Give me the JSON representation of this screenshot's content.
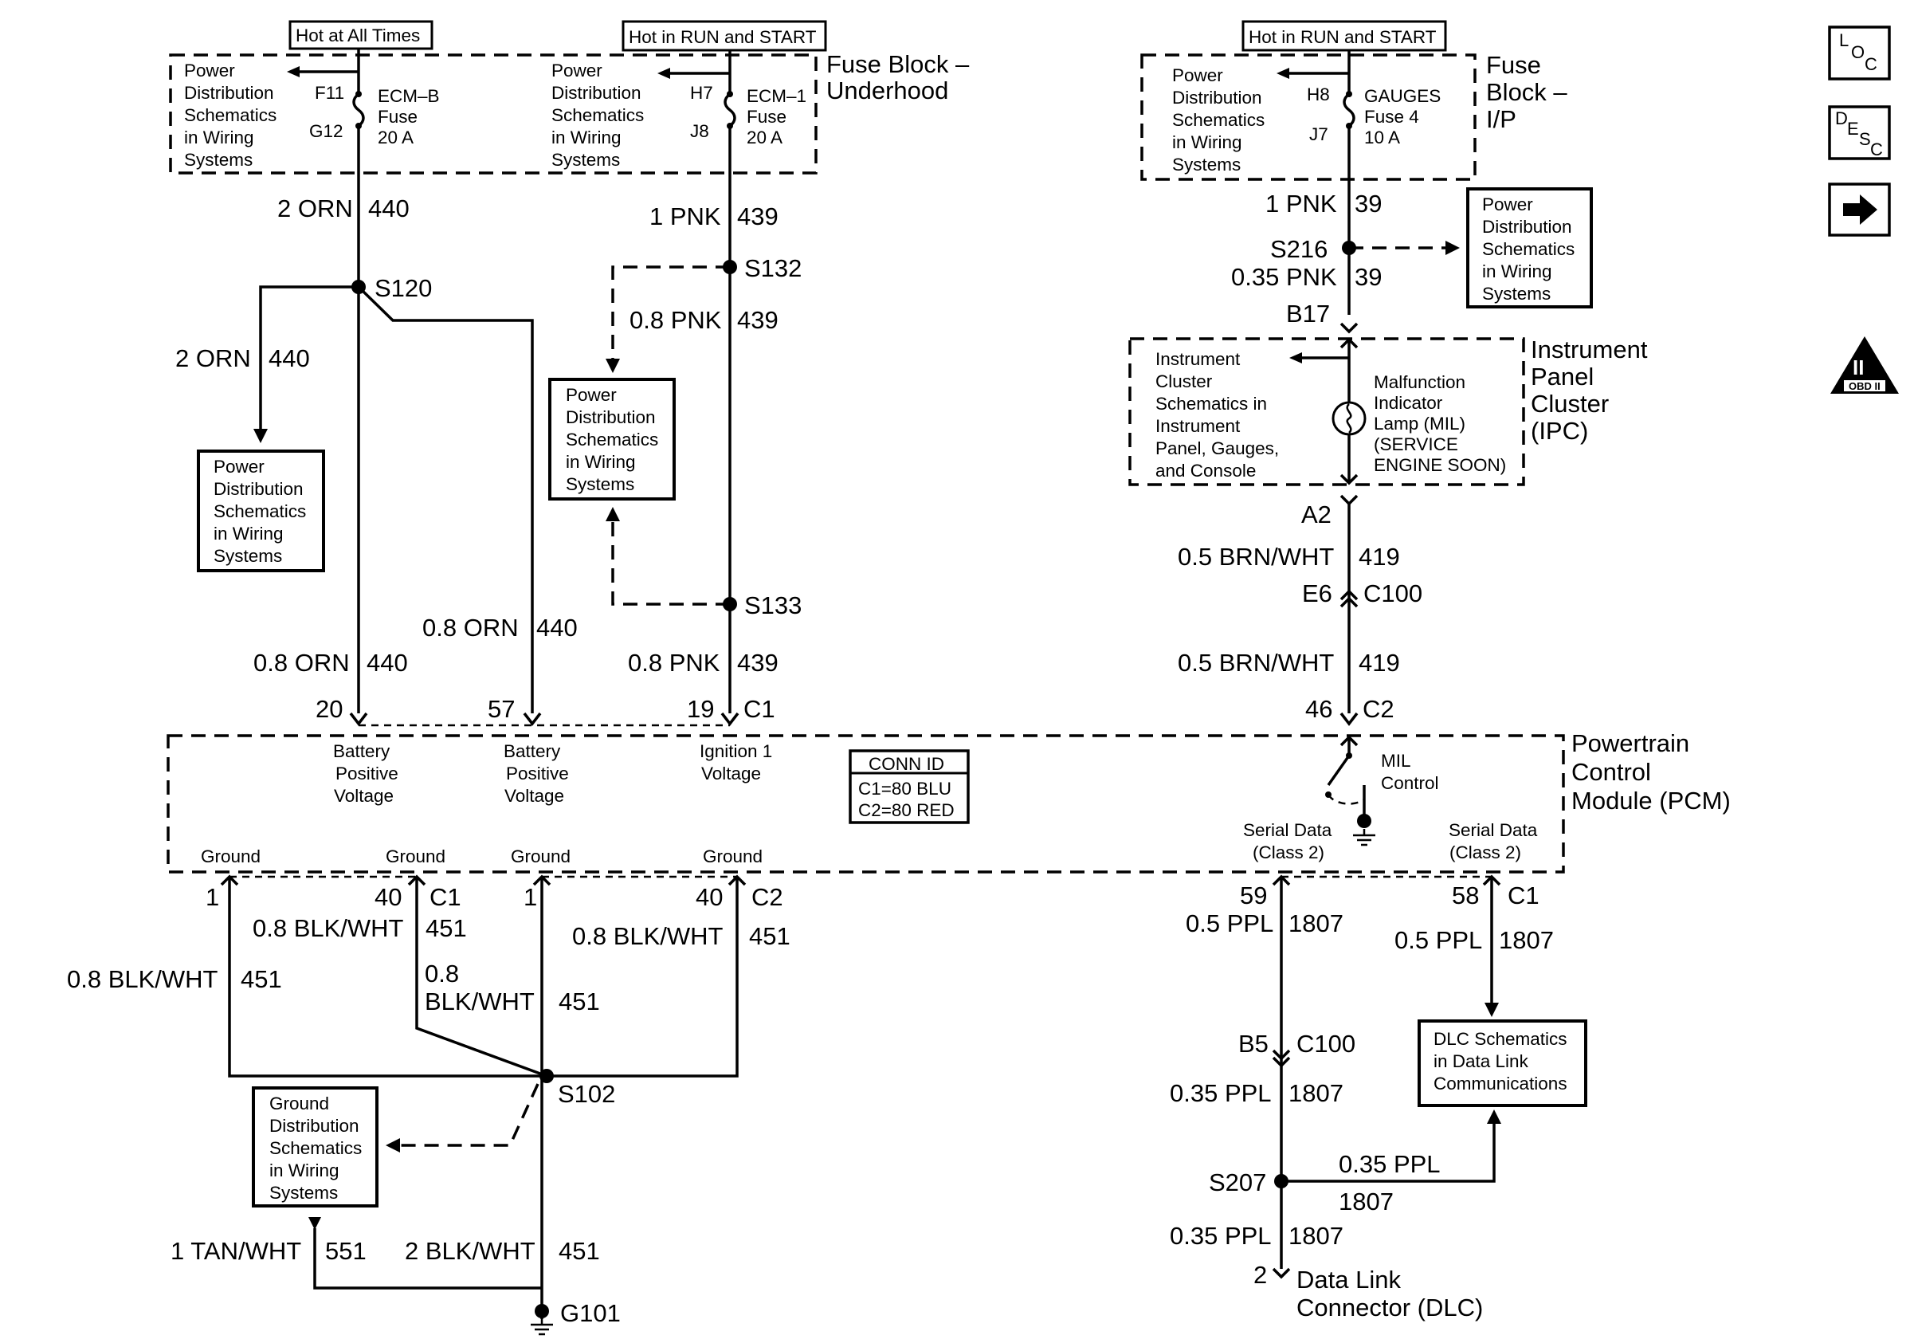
{
  "fuse_block_underhood": {
    "label_line1": "Fuse Block –",
    "label_line2": "Underhood",
    "hot_at_all_times": "Hot at All Times",
    "hot_in_run_start": "Hot in RUN and START",
    "ecmb": {
      "pin_in": "F11",
      "pin_out": "G12",
      "name": "ECM–B",
      "fuse": "Fuse",
      "rating": "20 A"
    },
    "ecm1": {
      "pin_in": "H7",
      "pin_out": "J8",
      "name": "ECM–1",
      "fuse": "Fuse",
      "rating": "20 A"
    }
  },
  "fuse_block_ip": {
    "label_line1": "Fuse",
    "label_line2": "Block –",
    "label_line3": "I/P",
    "hot_in_run_start": "Hot in RUN and START",
    "gauges": {
      "pin_in": "H8",
      "pin_out": "J7",
      "name": "GAUGES",
      "fuse": "Fuse 4",
      "rating": "10 A"
    }
  },
  "pds_ref": [
    "Power",
    "Distribution",
    "Schematics",
    "in Wiring",
    "Systems"
  ],
  "ground_ref": [
    "Ground",
    "Distribution",
    "Schematics",
    "in Wiring",
    "Systems"
  ],
  "dlc_ref": [
    "DLC Schematics",
    "in Data Link",
    "Communications"
  ],
  "ipc": {
    "label_line1": "Instrument",
    "label_line2": "Panel",
    "label_line3": "Cluster",
    "label_line4": "(IPC)",
    "ref": [
      "Instrument",
      "Cluster",
      "Schematics in",
      "Instrument",
      "Panel, Gauges,",
      "and Console"
    ],
    "mil": [
      "Malfunction",
      "Indicator",
      "Lamp (MIL)",
      "(SERVICE",
      "ENGINE SOON)"
    ],
    "pin_in": "B17",
    "pin_out": "A2"
  },
  "pcm": {
    "label_line1": "Powertrain",
    "label_line2": "Control",
    "label_line3": "Module (PCM)",
    "conn_id_title": "CONN ID",
    "conn_c1": "C1=80 BLU",
    "conn_c2": "C2=80 RED",
    "bat1": [
      "Battery",
      "Positive",
      "Voltage"
    ],
    "bat2": [
      "Battery",
      "Positive",
      "Voltage"
    ],
    "ign": [
      "Ignition 1",
      "Voltage"
    ],
    "mil_control": [
      "MIL",
      "Control"
    ],
    "serial1": [
      "Serial Data",
      "(Class 2)"
    ],
    "serial2": [
      "Serial Data",
      "(Class 2)"
    ],
    "grounds": [
      "Ground",
      "Ground",
      "Ground",
      "Ground"
    ]
  },
  "pins": {
    "p20": "20",
    "p57": "57",
    "p19": "19",
    "c1_top": "C1",
    "p46": "46",
    "c2_top": "C2",
    "g1": "1",
    "g40a": "40",
    "c1_bot": "C1",
    "g1b": "1",
    "g40b": "40",
    "c2_bot": "C2",
    "p59": "59",
    "p58": "58",
    "c1_right": "C1",
    "e6": "E6",
    "c100_a": "C100",
    "b5": "B5",
    "c100_b": "C100",
    "dlc_pin": "2"
  },
  "splices": {
    "s120": "S120",
    "s132": "S132",
    "s133": "S133",
    "s216": "S216",
    "s102": "S102",
    "s207": "S207",
    "g101": "G101"
  },
  "wires": {
    "w_2orn_a": "2 ORN",
    "c440_a": "440",
    "w_2orn_b": "2 ORN",
    "c440_b": "440",
    "w_08orn_a": "0.8 ORN",
    "c440_c": "440",
    "w_08orn_b": "0.8 ORN",
    "c440_d": "440",
    "w_1pnk_a": "1 PNK",
    "c439_a": "439",
    "w_08pnk_a": "0.8 PNK",
    "c439_b": "439",
    "w_08pnk_b": "0.8 PNK",
    "c439_c": "439",
    "w_1pnk_b": "1 PNK",
    "c39_a": "39",
    "w_035pnk": "0.35 PNK",
    "c39_b": "39",
    "w_05brn_a": "0.5 BRN/WHT",
    "c419_a": "419",
    "w_05brn_b": "0.5 BRN/WHT",
    "c419_b": "419",
    "w_blk_a": "0.8 BLK/WHT",
    "c451_a": "451",
    "w_blk_b": "0.8 BLK/WHT",
    "c451_b": "451",
    "w_blk_c1": "0.8",
    "w_blk_c2": "BLK/WHT",
    "c451_c": "451",
    "w_blk_d": "0.8 BLK/WHT",
    "c451_d": "451",
    "w_tan": "1 TAN/WHT",
    "c551": "551",
    "w_2blk": "2 BLK/WHT",
    "c451_e": "451",
    "w_ppl_a": "0.5 PPL",
    "c1807_a": "1807",
    "w_ppl_b": "0.5 PPL",
    "c1807_b": "1807",
    "w_ppl_c": "0.35 PPL",
    "c1807_c": "1807",
    "w_ppl_d": "0.35 PPL",
    "c1807_d": "1807",
    "w_ppl_e": "0.35 PPL",
    "c1807_e": "1807"
  },
  "dlc": {
    "label_line1": "Data Link",
    "label_line2": "Connector (DLC)"
  },
  "nav": {
    "loc": {
      "l1": "L",
      "l2": "O",
      "l3": "C"
    },
    "desc": {
      "l1": "D",
      "l2": "E",
      "l3": "S",
      "l4": "C"
    },
    "obd": {
      "roman": "II",
      "label": "OBD II"
    }
  }
}
